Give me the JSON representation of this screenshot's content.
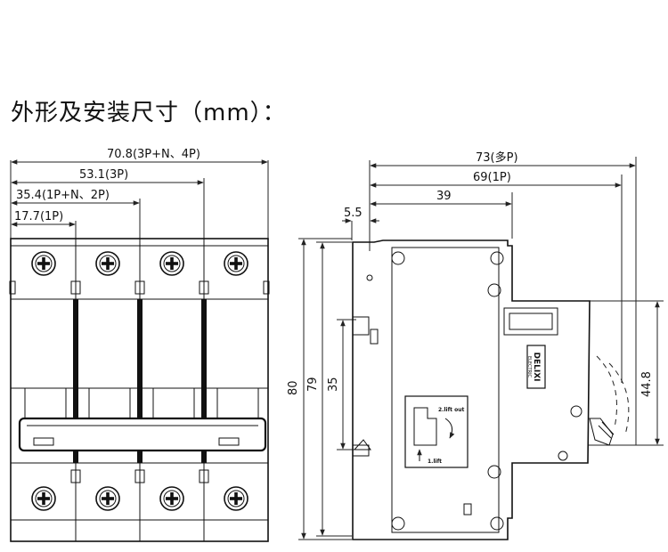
{
  "heading": "外形及安装尺寸（mm）：",
  "front_view": {
    "dims": {
      "total_4p": "70.8(3P+N、4P)",
      "w_3p": "53.1(3P)",
      "w_2p": "35.4(1P+N、2P)",
      "w_1p": "17.7(1P)"
    }
  },
  "side_view": {
    "dims": {
      "depth_multi": "73(多P)",
      "depth_1p": "69(1P)",
      "depth_39": "39",
      "offset_5_5": "5.5",
      "height_80": "80",
      "height_79": "79",
      "rail_35": "35",
      "handle_44_8": "44.8"
    },
    "brand": "DELIXI",
    "brand_sub": "ELECTRIC",
    "label_lift_out": "2.lift out",
    "label_lift": "1.lift"
  }
}
